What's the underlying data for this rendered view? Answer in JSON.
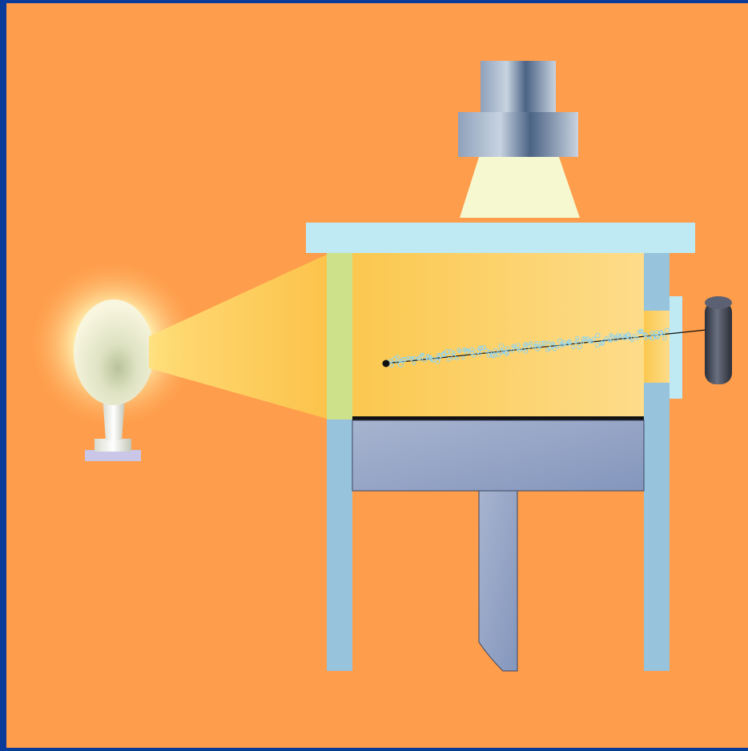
{
  "colors": {
    "frame": "#0a3a9a",
    "background": "#fe9d4b",
    "chamber_frame": "#97c3dd",
    "lid": "#bfe9f3",
    "chamber_light": "#fcd05f",
    "piston": "#94a5c6",
    "beam": "#fbd65a",
    "lamp_glow": "#fff6c0",
    "track_droplets": "#8fd4f0",
    "detector": "#3a3f4d"
  },
  "components": [
    {
      "id": "light-source",
      "icon": "lamp-icon"
    },
    {
      "id": "light-beam",
      "icon": "beam"
    },
    {
      "id": "camera",
      "icon": "camera-icon"
    },
    {
      "id": "camera-light-cone",
      "icon": "cone"
    },
    {
      "id": "chamber-lid",
      "icon": "lid"
    },
    {
      "id": "cloud-chamber",
      "icon": "chamber"
    },
    {
      "id": "particle-track",
      "icon": "droplet-trail"
    },
    {
      "id": "radioactive-source",
      "icon": "dot"
    },
    {
      "id": "side-window",
      "icon": "window"
    },
    {
      "id": "particle-detector",
      "icon": "cylinder"
    },
    {
      "id": "expansion-piston",
      "icon": "piston"
    }
  ]
}
